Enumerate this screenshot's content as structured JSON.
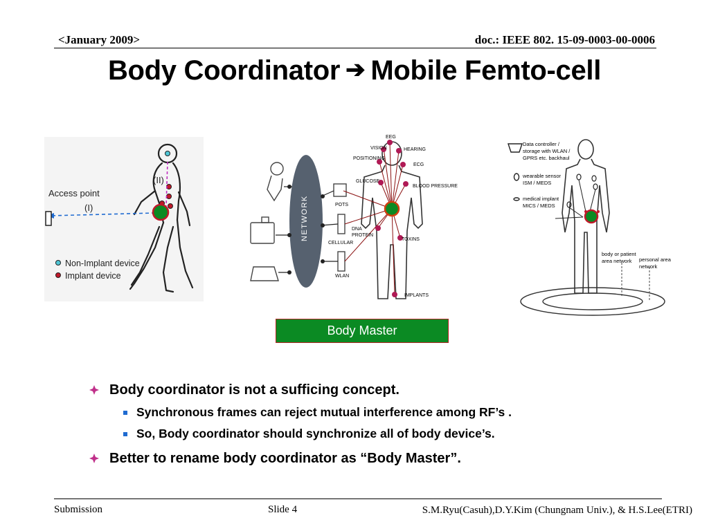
{
  "header": {
    "date": "<January 2009>",
    "doc_id": "doc.: IEEE 802. 15-09-0003-00-0006"
  },
  "title": {
    "left": "Body Coordinator",
    "arrow": "➔",
    "right": "Mobile Femto-cell"
  },
  "figure_left": {
    "access_point": "Access point",
    "path_one": "(I)",
    "path_two": "(II)",
    "legend_non_implant": "Non-Implant device",
    "legend_implant": "Implant device"
  },
  "figure_middle": {
    "network": "NETWORK",
    "labels": [
      "EEG",
      "VISION",
      "HEARING",
      "POSITIONING",
      "ECG",
      "GLUCOSE",
      "BLOOD PRESSURE",
      "DNA PROTEIN",
      "TOXINS",
      "IMPLANTS",
      "POTS",
      "CELLULAR",
      "WLAN"
    ]
  },
  "figure_right": {
    "data_controller": [
      "Data controller /",
      "storage with WLAN /",
      "GPRS etc. backhaul"
    ],
    "wearable_sensor": [
      "wearable sensor",
      "ISM / MEDS"
    ],
    "medical_implant": [
      "medical implant",
      "MICS / MEDS"
    ],
    "body_network": [
      "body or patient",
      "area network"
    ],
    "personal_network": [
      "personal area",
      "network"
    ]
  },
  "body_master_label": "Body Master",
  "bullets": {
    "b1": "Body coordinator is not a sufficing concept.",
    "b1_sub1": "Synchronous frames can reject mutual interference among RF’s .",
    "b1_sub2": "So, Body coordinator should synchronize all of body device’s.",
    "b2": "Better to rename body coordinator as “Body Master”."
  },
  "footer": {
    "left": "Submission",
    "slide": "Slide 4",
    "authors": "S.M.Ryu(Casuh),D.Y.Kim (Chungnam Univ.), & H.S.Lee(ETRI)"
  },
  "colors": {
    "accent_green": "#0b8a23",
    "implant_red": "#c0182a",
    "bullet_blue": "#1f6bd1",
    "bullet_pink": "#c0308a"
  }
}
